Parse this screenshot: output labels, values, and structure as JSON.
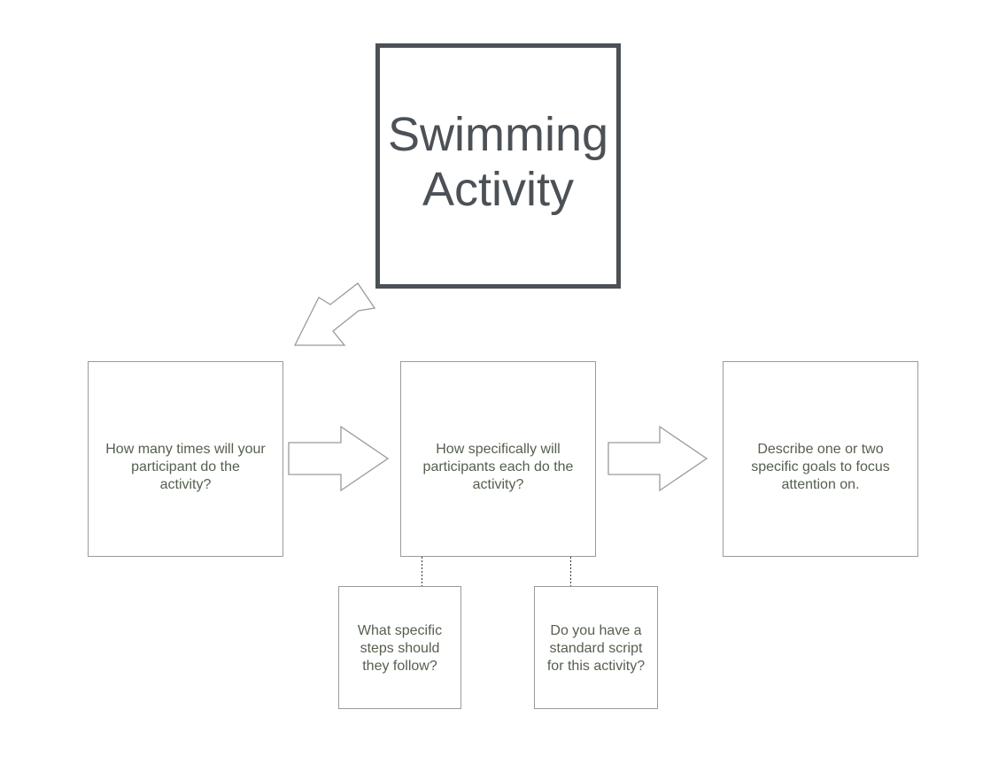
{
  "diagram": {
    "title": "Swimming\nActivity",
    "boxes": {
      "times": "How many times will your\nparticipant do the\nactivity?",
      "how": "How specifically will\nparticipants each do the\nactivity?",
      "goals": "Describe one or two\nspecific goals to focus\nattention on.",
      "steps": "What specific\nsteps should\nthey follow?",
      "script": "Do you have a\nstandard script\nfor this activity?"
    },
    "colors": {
      "title_border": "#4b5156",
      "box_border": "#9a9a9a",
      "text": "#55604f",
      "arrow_stroke": "#9a9a9a"
    },
    "icons": [
      "diagonal-arrow-icon",
      "right-arrow-icon",
      "right-arrow-icon"
    ]
  }
}
